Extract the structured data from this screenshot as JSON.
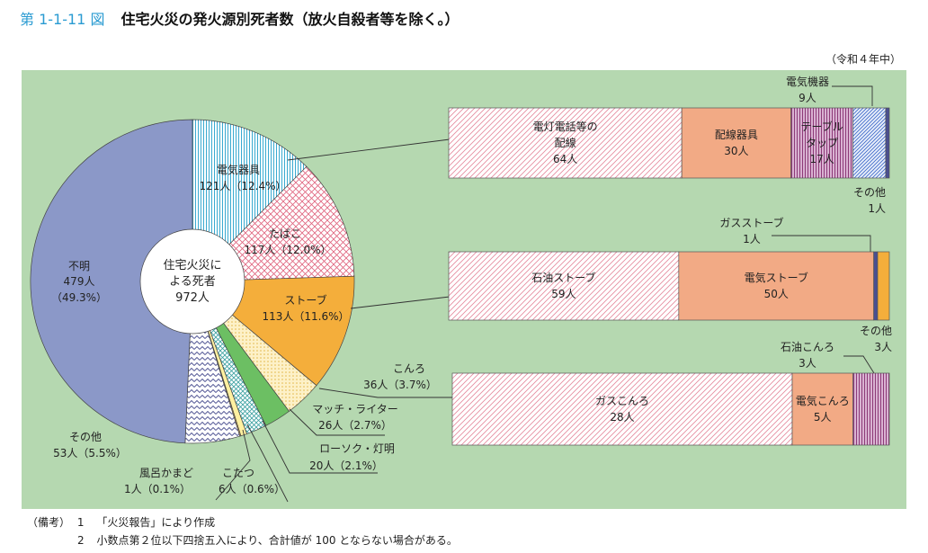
{
  "figure": {
    "label": "第 1-1-11 図",
    "title": "住宅火災の発火源別死者数（放火自殺者等を除く。）",
    "period": "（令和４年中）"
  },
  "colors": {
    "panel_bg": "#b5d8b0",
    "blue": "#8b98c8",
    "cyan": "#8fd0e2",
    "pink": "#e58a9d",
    "orange": "#f4ae3b",
    "cream": "#f2d27a",
    "green": "#6cbf63",
    "salmon": "#f2aa85",
    "purple": "#b85f9c",
    "navy": "#4a4f90"
  },
  "chart_data": [
    {
      "type": "pie",
      "title": "",
      "center_label": [
        "住宅火災に",
        "よる死者",
        "972人"
      ],
      "total": 972,
      "unit": "人",
      "slices": [
        {
          "name": "電気器具",
          "value": 121,
          "pct": 12.4,
          "label": "121人（12.4%）"
        },
        {
          "name": "たばこ",
          "value": 117,
          "pct": 12.0,
          "label": "117人（12.0%）"
        },
        {
          "name": "ストーブ",
          "value": 113,
          "pct": 11.6,
          "label": "113人（11.6%）"
        },
        {
          "name": "こんろ",
          "value": 36,
          "pct": 3.7,
          "label": "36人（3.7%）"
        },
        {
          "name": "マッチ・ライター",
          "value": 26,
          "pct": 2.7,
          "label": "26人（2.7%）"
        },
        {
          "name": "ローソク・灯明",
          "value": 20,
          "pct": 2.1,
          "label": "20人（2.1%）"
        },
        {
          "name": "こたつ",
          "value": 6,
          "pct": 0.6,
          "label": "6人（0.6%）"
        },
        {
          "name": "風呂かまど",
          "value": 1,
          "pct": 0.1,
          "label": "1人（0.1%）"
        },
        {
          "name": "その他",
          "value": 53,
          "pct": 5.5,
          "label": "53人（5.5%）"
        },
        {
          "name": "不明",
          "value": 479,
          "pct": 49.3,
          "label": "479人",
          "label2": "（49.3%）"
        }
      ]
    },
    {
      "type": "bar",
      "stacked": true,
      "parent": "電気器具",
      "segments": [
        {
          "name": [
            "電灯電話等の",
            "配線"
          ],
          "value": 64,
          "label": "64人"
        },
        {
          "name": [
            "配線器具"
          ],
          "value": 30,
          "label": "30人"
        },
        {
          "name": [
            "テーブル",
            "タップ"
          ],
          "value": 17,
          "label": "17人"
        },
        {
          "name": [
            "電気機器"
          ],
          "value": 9,
          "label": "9人"
        },
        {
          "name": [
            "その他"
          ],
          "value": 1,
          "label": "1人"
        }
      ]
    },
    {
      "type": "bar",
      "stacked": true,
      "parent": "ストーブ",
      "segments": [
        {
          "name": [
            "石油ストーブ"
          ],
          "value": 59,
          "label": "59人"
        },
        {
          "name": [
            "電気ストーブ"
          ],
          "value": 50,
          "label": "50人"
        },
        {
          "name": [
            "ガスストーブ"
          ],
          "value": 1,
          "label": "1人"
        },
        {
          "name": [
            "その他"
          ],
          "value": 3,
          "label": "3人"
        }
      ]
    },
    {
      "type": "bar",
      "stacked": true,
      "parent": "こんろ",
      "segments": [
        {
          "name": [
            "ガスこんろ"
          ],
          "value": 28,
          "label": "28人"
        },
        {
          "name": [
            "電気こんろ"
          ],
          "value": 5,
          "label": "5人"
        },
        {
          "name": [
            "石油こんろ"
          ],
          "value": 3,
          "label": "3人"
        }
      ]
    }
  ],
  "notes": {
    "prefix": "（備考）",
    "items": [
      {
        "num": "1",
        "text": "「火災報告」により作成"
      },
      {
        "num": "2",
        "text": "小数点第２位以下四捨五入により、合計値が 100 とならない場合がある。"
      }
    ]
  }
}
